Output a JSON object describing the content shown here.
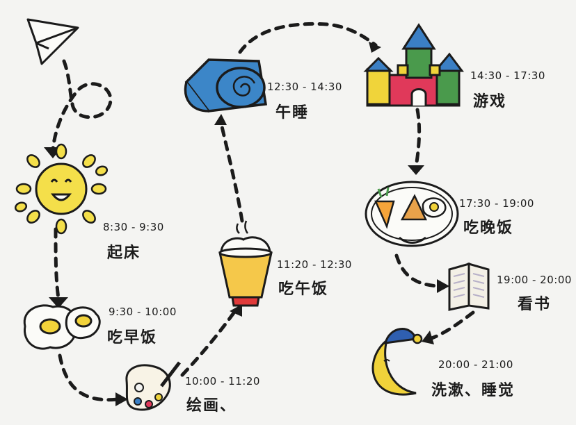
{
  "schedule": [
    {
      "id": "wake",
      "time": "8:30 - 9:30",
      "activity": "起床",
      "icon": "sun-icon"
    },
    {
      "id": "breakfast",
      "time": "9:30 - 10:00",
      "activity": "吃早饭",
      "icon": "fried-eggs-icon"
    },
    {
      "id": "painting",
      "time": "10:00 - 11:20",
      "activity": "绘画、",
      "icon": "paint-palette-icon"
    },
    {
      "id": "lunch",
      "time": "11:20 - 12:30",
      "activity": "吃午饭",
      "icon": "rice-bowl-icon"
    },
    {
      "id": "nap",
      "time": "12:30 - 14:30",
      "activity": "午睡",
      "icon": "rolled-blanket-icon"
    },
    {
      "id": "play",
      "time": "14:30 - 17:30",
      "activity": "游戏",
      "icon": "castle-icon"
    },
    {
      "id": "dinner",
      "time": "17:30 - 19:00",
      "activity": "吃晚饭",
      "icon": "dinner-plate-icon"
    },
    {
      "id": "reading",
      "time": "19:00 - 20:00",
      "activity": "看书",
      "icon": "open-book-icon"
    },
    {
      "id": "sleep",
      "time": "20:00 - 21:00",
      "activity": "洗漱、睡觉",
      "icon": "crescent-moon-icon"
    }
  ],
  "decoration": {
    "start_icon": "paper-plane-icon"
  },
  "colors": {
    "ink": "#1b1b1b",
    "sun": "#f4df4a",
    "egg_yolk": "#f2d33a",
    "blanket": "#3c86c8",
    "castle_red": "#e0395a",
    "castle_green": "#4a9a4c",
    "castle_blue": "#3b7fc4",
    "castle_yellow": "#f0d43a",
    "bowl": "#f5c84a",
    "bowl_base": "#e03a3a",
    "moon": "#f0d23a",
    "nightcap": "#2f5fb0"
  }
}
